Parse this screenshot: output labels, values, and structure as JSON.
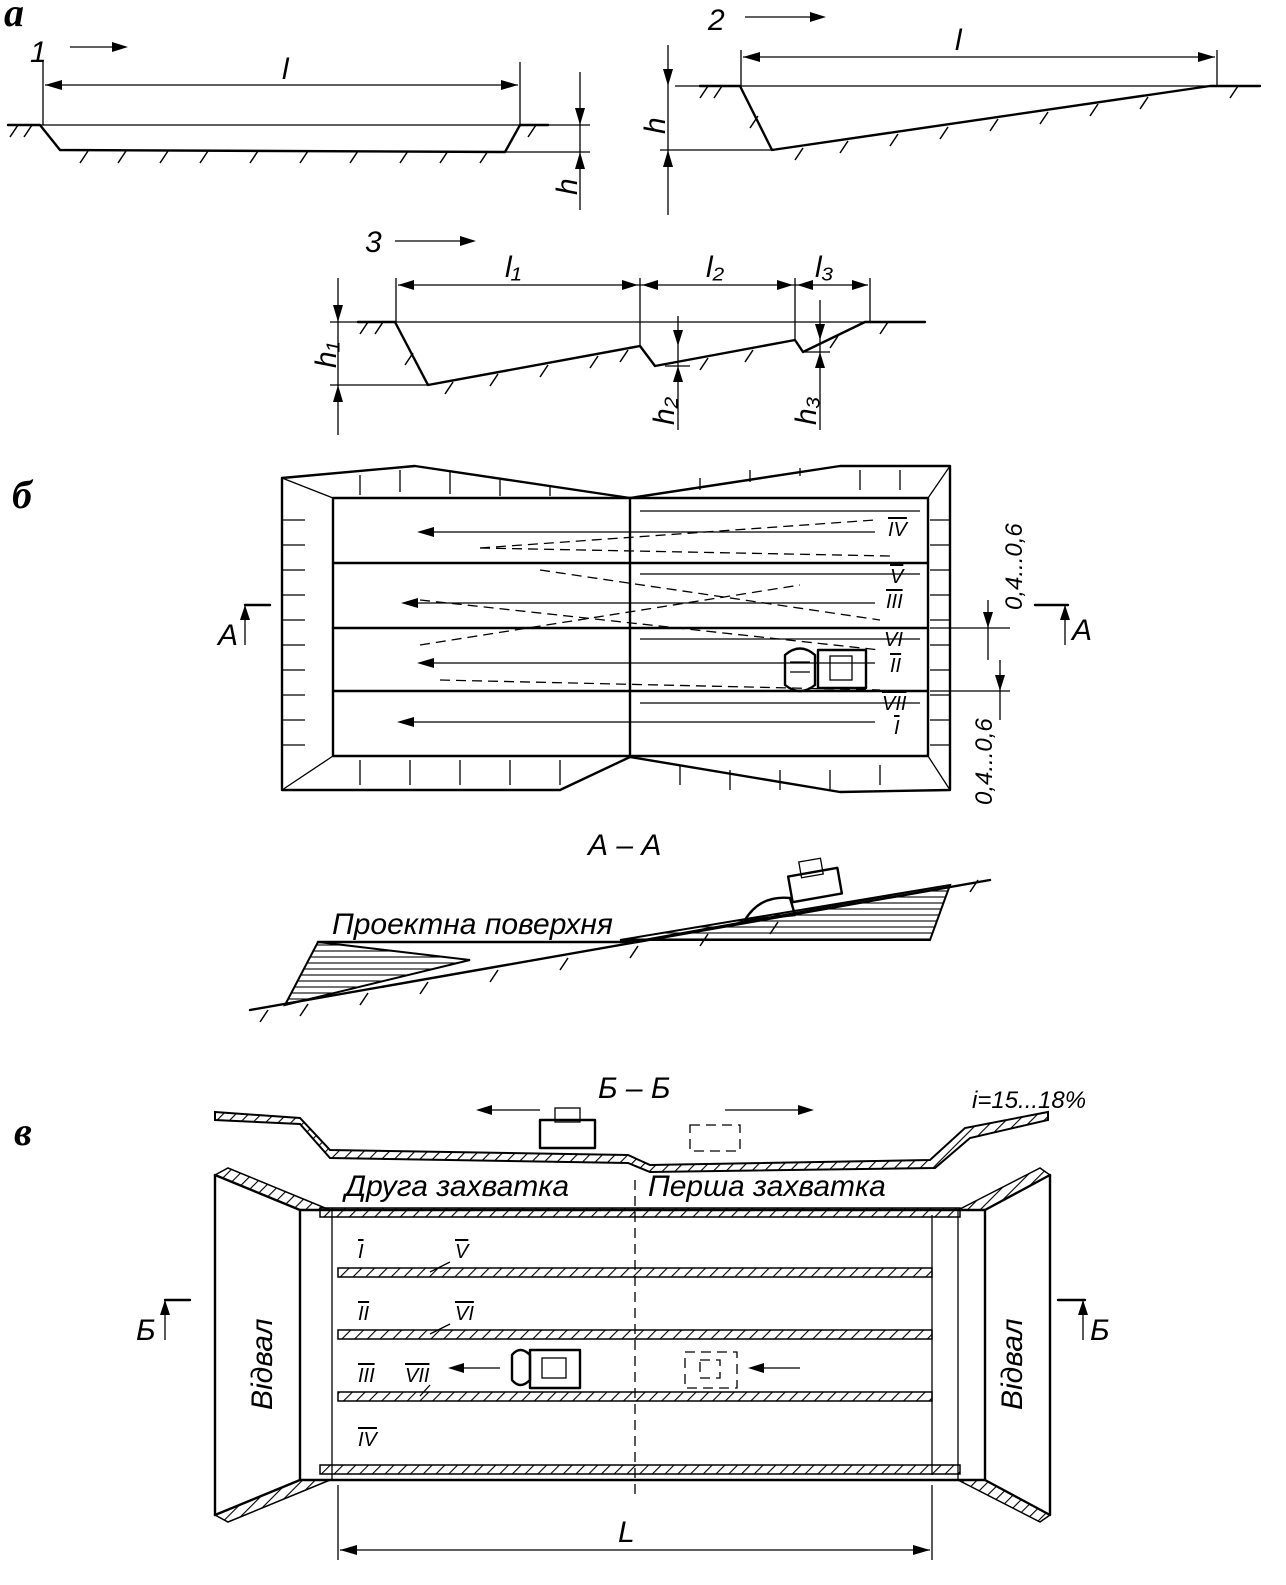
{
  "panels": {
    "a": {
      "label": "а",
      "schemes": [
        {
          "number": "1",
          "length": "l",
          "depth": "h"
        },
        {
          "number": "2",
          "length": "l",
          "depth": "h"
        },
        {
          "number": "3",
          "lengths": [
            "l₁",
            "l₂",
            "l₃"
          ],
          "depths": [
            "h₁",
            "h₂",
            "h₃"
          ]
        }
      ]
    },
    "b": {
      "label": "б",
      "section_mark": "А",
      "section_title": "А – А",
      "strip_gap": "0,4...0,6",
      "passes": [
        "IV",
        "V",
        "III",
        "VI",
        "II",
        "VII",
        "I"
      ],
      "design_surface": "Проектна поверхня"
    },
    "c": {
      "label": "в",
      "section_title": "Б – Б",
      "section_mark": "Б",
      "slope": "i=15...18%",
      "second_stage": "Друга захватка",
      "first_stage": "Перша захватка",
      "dump": "Відвал",
      "passes_left": [
        "I",
        "II",
        "III",
        "IV"
      ],
      "passes_right": [
        "V",
        "VI",
        "VII"
      ],
      "length": "L"
    }
  },
  "colors": {
    "ink": "#000000",
    "paper": "#ffffff"
  }
}
